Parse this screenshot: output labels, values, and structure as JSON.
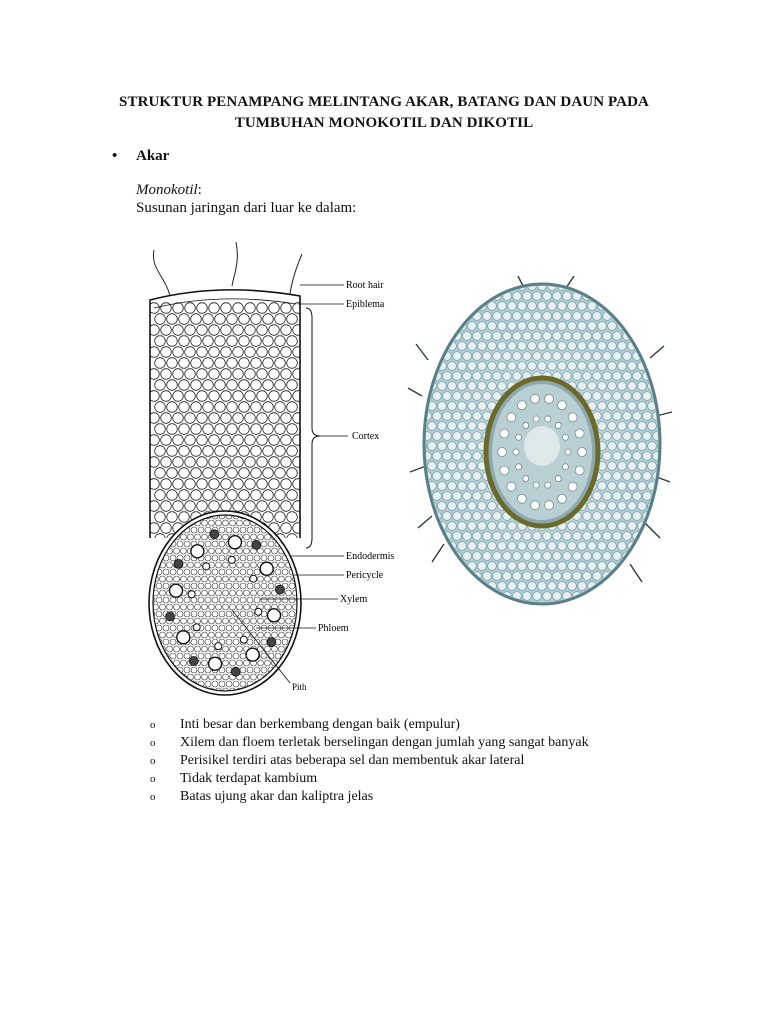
{
  "title": {
    "line1": "STRUKTUR PENAMPANG MELINTANG AKAR, BATANG DAN DAUN PADA",
    "line2": "TUMBUHAN  MONOKOTIL DAN DIKOTIL"
  },
  "section": {
    "bullet": "•",
    "heading": "Akar"
  },
  "subsection": {
    "label": "Monokotil",
    "colon": ":",
    "description": "Susunan jaringan dari luar ke dalam:"
  },
  "figure_labels": {
    "root_hair": "Root hair",
    "epiblema": "Epiblema",
    "cortex": "Cortex",
    "endodermis": "Endodermis",
    "pericycle": "Pericycle",
    "xylem": "Xylem",
    "phloem": "Phloem",
    "pith": "Pith"
  },
  "list_marker": "o",
  "characteristics": [
    "Inti besar dan berkembang dengan baik (empulur)",
    "Xilem dan floem terletak berselingan dengan jumlah yang sangat banyak",
    "Perisikel terdiri atas beberapa sel dan membentuk akar lateral",
    "Tidak terdapat kambium",
    "Batas ujung akar dan kaliptra jelas"
  ]
}
